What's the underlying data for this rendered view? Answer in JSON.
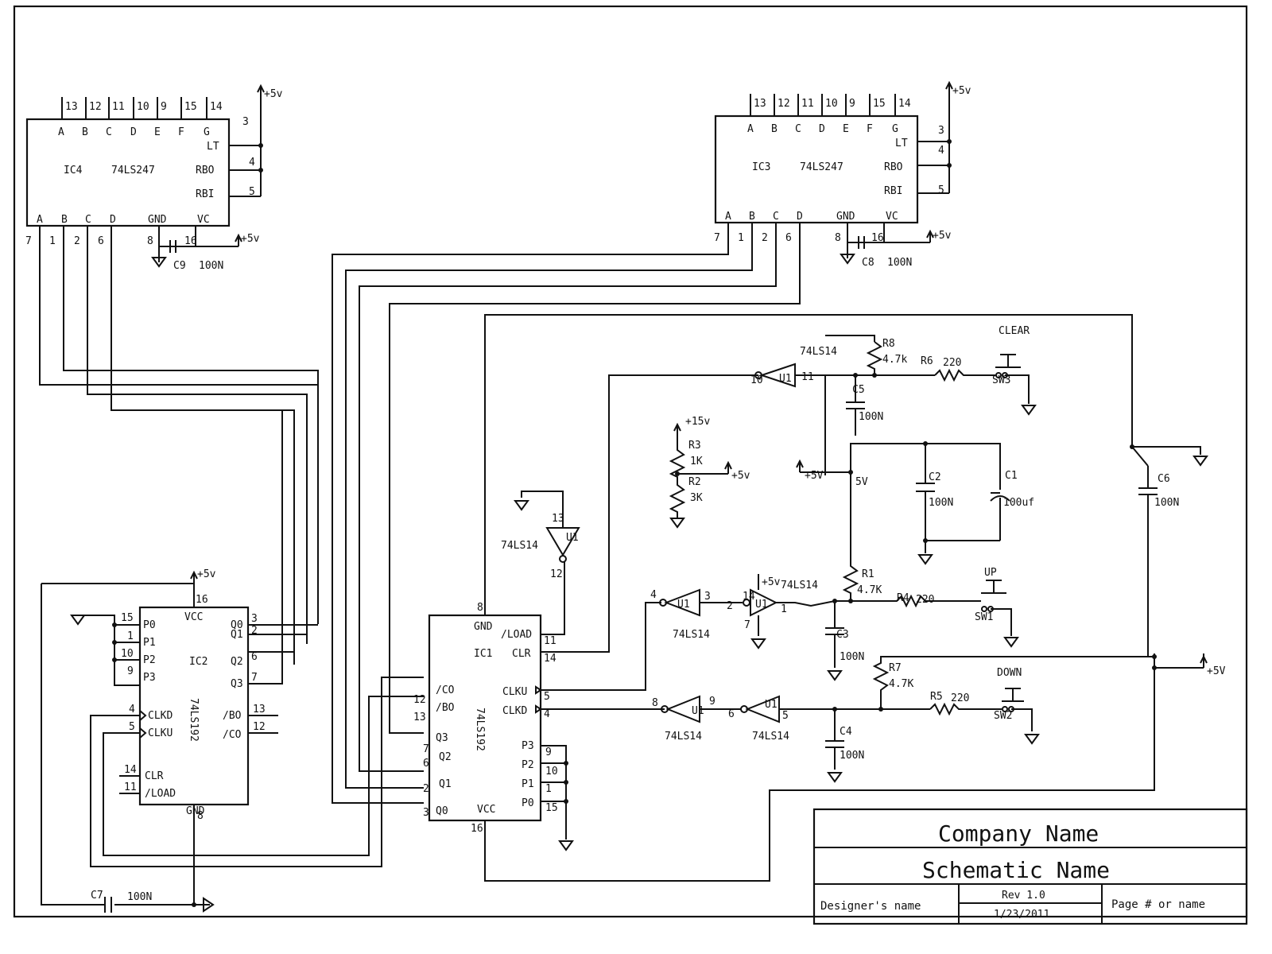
{
  "title_block": {
    "company_name": "Company Name",
    "schematic_name": "Schematic Name",
    "designer": "Designer's name",
    "revision": "Rev 1.0",
    "date": "1/23/2011",
    "page": "Page # or name"
  },
  "labels": {
    "ic4": "IC4",
    "ic4_part": "74LS247",
    "ic3": "IC3",
    "ic3_part": "74LS247",
    "ic2": "IC2",
    "ic2_part": "74LS192",
    "ic1": "IC1",
    "ic1_part": "74LS192",
    "pins_abcdefg": [
      "A",
      "B",
      "C",
      "D",
      "E",
      "F",
      "G"
    ],
    "pins_abcd": [
      "A",
      "B",
      "C",
      "D"
    ],
    "lt": "LT",
    "rbo": "RBO",
    "rbi": "RBI",
    "gnd": "GND",
    "vc": "VC",
    "vcc": "VCC",
    "seg_pins": [
      "13",
      "12",
      "11",
      "10",
      "9",
      "15",
      "14"
    ],
    "bcd_pins": [
      "7",
      "1",
      "2",
      "6"
    ],
    "pwr_pins": [
      "3",
      "4",
      "5"
    ],
    "pin8": "8",
    "pin16": "16",
    "plus5v": "+5v",
    "plus5v_caps": "+5V",
    "plus15v": "+15v",
    "c9": "C9",
    "c8": "C8",
    "c7": "C7",
    "c5": "C5",
    "c3": "C3",
    "c4": "C4",
    "c2": "C2",
    "c1": "C1",
    "c6": "C6",
    "v100n": "100N",
    "v100uf": "100uf",
    "v5": "5V",
    "r8": "R8",
    "r8v": "4.7k",
    "r6": "R6",
    "r6v": "220",
    "r3": "R3",
    "r3v": "1K",
    "r2": "R2",
    "r2v": "3K",
    "r1": "R1",
    "r1v": "4.7K",
    "r4": "R4",
    "r4v": "220",
    "r7": "R7",
    "r7v": "4.7K",
    "r5": "R5",
    "r5v": "220",
    "sw3": "SW3",
    "sw1": "SW1",
    "sw2": "SW2",
    "clear": "CLEAR",
    "up": "UP",
    "down": "DOWN",
    "u1": "U1",
    "ls14": "74LS14",
    "ic2_pins": {
      "p0": "P0",
      "p1": "P1",
      "p2": "P2",
      "p3": "P3",
      "q0": "Q0",
      "q1": "Q1",
      "q2": "Q2",
      "q3": "Q3",
      "clkd": "CLKD",
      "clku": "CLKU",
      "clr": "CLR",
      "load": "/LOAD",
      "bo": "/BO",
      "co": "/CO"
    },
    "ic1_pins": {
      "load": "/LOAD",
      "clr": "CLR",
      "clku": "CLKU",
      "clkd": "CLKD",
      "co": "/CO",
      "bo": "/BO",
      "q3": "Q3",
      "q2": "Q2",
      "q1": "Q1",
      "q0": "Q0",
      "p3": "P3",
      "p2": "P2",
      "p1": "P1",
      "p0": "P0"
    },
    "n": {
      "n15": "15",
      "n1": "1",
      "n10": "10",
      "n9": "9",
      "n3": "3",
      "n2": "2",
      "n6": "6",
      "n7": "7",
      "n4": "4",
      "n5": "5",
      "n14": "14",
      "n11": "11",
      "n13": "13",
      "n12": "12",
      "n8": "8",
      "n16": "16"
    }
  }
}
